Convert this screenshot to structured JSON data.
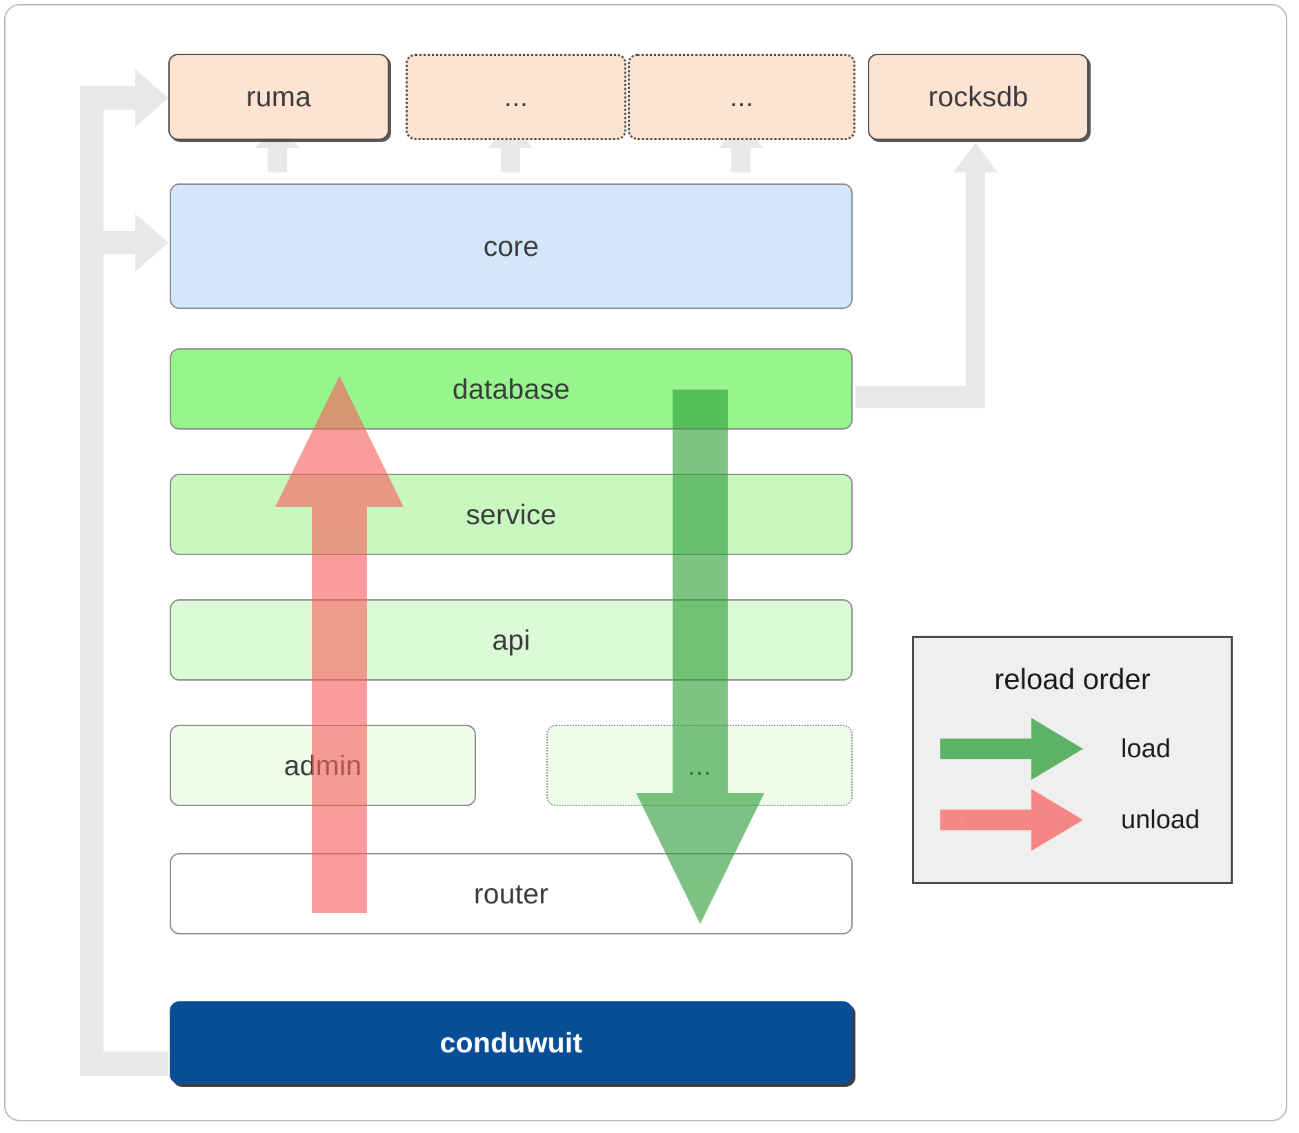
{
  "diagram": {
    "title": "conduwuit crate layering / reload order",
    "colors": {
      "crate_fill": "#fde3d2",
      "crate_border": "#4a4a4a",
      "core_fill": "#d4e6fb",
      "database_fill": "#97f58e",
      "service_fill": "#c8f7c0",
      "api_fill": "#ddfad8",
      "admin_fill": "#edfdea",
      "dots_fill": "#edfdea",
      "router_fill": "#ffffff",
      "app_fill": "#084e96",
      "connector_gray": "#e6e6e6",
      "load_green": "#4caf50",
      "unload_red": "#f98080",
      "legend_bg": "#efefef"
    },
    "crates": [
      {
        "label": "ruma",
        "style": "solid"
      },
      {
        "label": "...",
        "style": "dotted"
      },
      {
        "label": "...",
        "style": "dotted"
      },
      {
        "label": "rocksdb",
        "style": "solid"
      }
    ],
    "core": {
      "label": "core"
    },
    "stack": [
      {
        "label": "database",
        "style": "solid",
        "fill": "#97f58e"
      },
      {
        "label": "service",
        "style": "solid",
        "fill": "#c8f7c0"
      },
      {
        "label": "api",
        "style": "solid",
        "fill": "#ddfad8"
      },
      {
        "label": "admin",
        "style": "solid",
        "fill": "#edfdea"
      },
      {
        "label": "...",
        "style": "dotted",
        "fill": "#edfdea"
      },
      {
        "label": "router",
        "style": "solid",
        "fill": "#ffffff"
      }
    ],
    "app": {
      "label": "conduwuit"
    },
    "legend": {
      "title": "reload order",
      "items": [
        {
          "label": "load",
          "color": "#4caf50"
        },
        {
          "label": "unload",
          "color": "#f98080"
        }
      ]
    },
    "flows": [
      {
        "name": "load",
        "direction": "down",
        "from": "database",
        "to": "router"
      },
      {
        "name": "unload",
        "direction": "up",
        "from": "router",
        "to": "database"
      }
    ]
  }
}
